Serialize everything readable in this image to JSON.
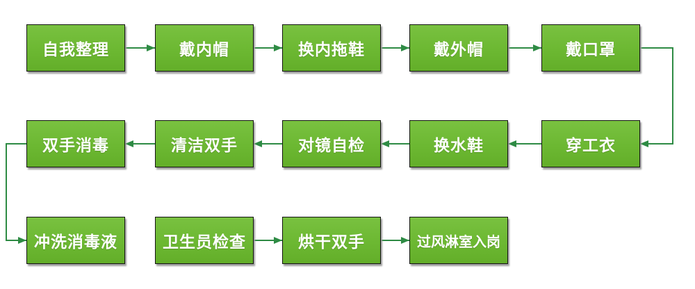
{
  "diagram": {
    "background": "#ffffff",
    "colors": {
      "node_fill_top": "#79c140",
      "node_fill_bottom": "#63ae29",
      "node_border": "#141414",
      "node_text": "#ffffff",
      "arrow": "#2e8b44",
      "shadow": "#9e9e9e"
    },
    "nodes": [
      {
        "label": "自我整理"
      },
      {
        "label": "戴内帽"
      },
      {
        "label": "换内拖鞋"
      },
      {
        "label": "戴外帽"
      },
      {
        "label": "戴口罩"
      },
      {
        "label": "双手消毒"
      },
      {
        "label": "清洁双手"
      },
      {
        "label": "对镜自检"
      },
      {
        "label": "换水鞋"
      },
      {
        "label": "穿工衣"
      },
      {
        "label": "冲洗消毒液"
      },
      {
        "label": "卫生员检查"
      },
      {
        "label": "烘干双手"
      },
      {
        "label": "过风淋室入岗"
      }
    ],
    "edges": [
      {
        "from": "自我整理",
        "to": "戴内帽"
      },
      {
        "from": "戴内帽",
        "to": "换内拖鞋"
      },
      {
        "from": "换内拖鞋",
        "to": "戴外帽"
      },
      {
        "from": "戴外帽",
        "to": "戴口罩"
      },
      {
        "from": "戴口罩",
        "to": "穿工衣"
      },
      {
        "from": "穿工衣",
        "to": "换水鞋"
      },
      {
        "from": "换水鞋",
        "to": "对镜自检"
      },
      {
        "from": "对镜自检",
        "to": "清洁双手"
      },
      {
        "from": "清洁双手",
        "to": "双手消毒"
      },
      {
        "from": "双手消毒",
        "to": "冲洗消毒液"
      },
      {
        "from": "卫生员检查",
        "to": "烘干双手"
      },
      {
        "from": "烘干双手",
        "to": "过风淋室入岗"
      }
    ]
  }
}
